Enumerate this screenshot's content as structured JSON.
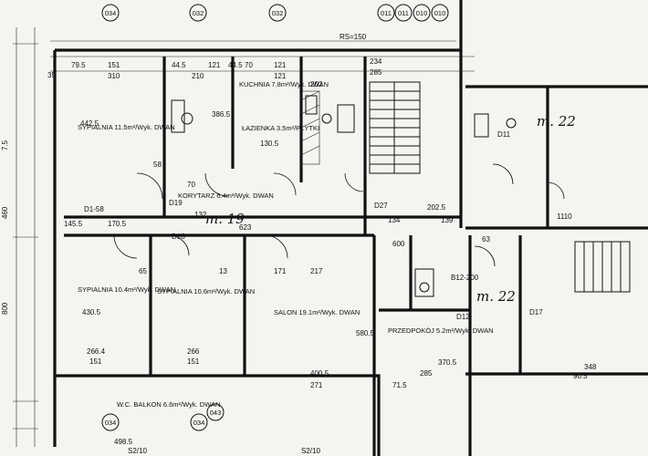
{
  "drawing": {
    "grid_bubbles": [
      "034",
      "032",
      "032",
      "011",
      "011",
      "010",
      "010",
      "034",
      "043",
      "034"
    ],
    "hand_notes": [
      "m. 19",
      "m. 22",
      "m. 22"
    ],
    "room_labels": [
      "SYPIALNIA  11.5m²/Wyk. DWAN",
      "KUCHNIA  7.8m²/Wyk. DWAN",
      "ŁAZIENKA  3.5m²/PŁYTKI",
      "KORYTARZ  6.4m²/Wyk. DWAN",
      "SYPIALNIA  10.4m²/Wyk. DWAN",
      "SYPIALNIA  10.6m²/Wyk. DWAN",
      "SALON  19.1m²/Wyk. DWAN",
      "PRZEDPOKÓJ  5.2m²/Wyk. DWAN",
      "W.C. BALKON  6.6m²/Wyk. DWAN"
    ],
    "dimensions": [
      "79.5",
      "151",
      "44.5",
      "121",
      "44.5",
      "70",
      "121",
      "310",
      "210",
      "121",
      "442.5",
      "386.5",
      "202",
      "130.5",
      "58",
      "70",
      "132",
      "623",
      "145.5",
      "170.5",
      "65",
      "430.5",
      "266.4",
      "266",
      "151",
      "151",
      "498.5",
      "400.5",
      "271",
      "285",
      "370.5",
      "171",
      "217",
      "580.5",
      "71.5",
      "202.5",
      "134",
      "139",
      "234",
      "285",
      "348",
      "90.5",
      "S2/10",
      "S2/10",
      "RS=150",
      "D1-58",
      "D18",
      "D19",
      "D27",
      "D11",
      "B12-200",
      "D12",
      "D17",
      "13",
      "63",
      "600",
      "1110",
      "460",
      "800",
      "7.5",
      "35"
    ]
  }
}
